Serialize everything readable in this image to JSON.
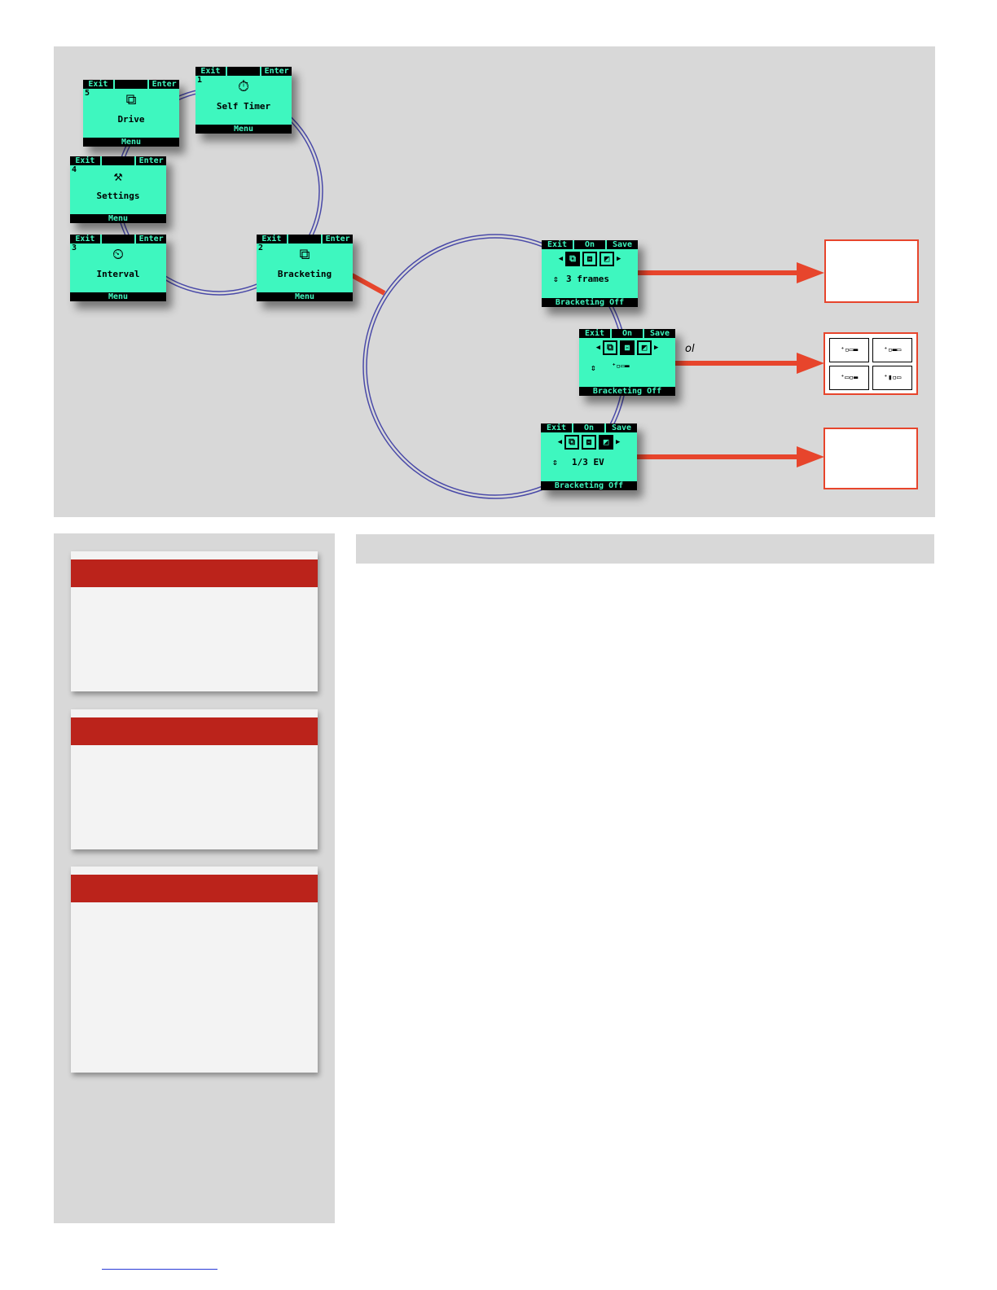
{
  "menu_screens": [
    {
      "number": "5",
      "icon": "⧉",
      "icon_name": "drive-icon",
      "label": "Drive",
      "footer": "Menu",
      "keys": [
        "Exit",
        "",
        "Enter"
      ]
    },
    {
      "number": "1",
      "icon": "⏱",
      "icon_name": "self-timer-icon",
      "label": "Self Timer",
      "footer": "Menu",
      "keys": [
        "Exit",
        "",
        "Enter"
      ]
    },
    {
      "number": "4",
      "icon": "⚒",
      "icon_name": "settings-icon",
      "label": "Settings",
      "footer": "Menu",
      "keys": [
        "Exit",
        "",
        "Enter"
      ]
    },
    {
      "number": "3",
      "icon": "⏲",
      "icon_name": "interval-icon",
      "label": "Interval",
      "footer": "Menu",
      "keys": [
        "Exit",
        "",
        "Enter"
      ]
    },
    {
      "number": "2",
      "icon": "⧉",
      "icon_name": "bracketing-icon",
      "label": "Bracketing",
      "footer": "Menu",
      "keys": [
        "Exit",
        "",
        "Enter"
      ]
    }
  ],
  "bracketing_screens": [
    {
      "keys": [
        "Exit",
        "On",
        "Save"
      ],
      "value": "3 frames",
      "footer": "Bracketing Off",
      "selected_mode": 0
    },
    {
      "keys": [
        "Exit",
        "On",
        "Save"
      ],
      "value": "",
      "footer": "Bracketing Off",
      "selected_mode": 1
    },
    {
      "keys": [
        "Exit",
        "On",
        "Save"
      ],
      "value": "1/3 EV",
      "footer": "Bracketing Off",
      "selected_mode": 2
    }
  ],
  "mode_glyphs": [
    "⧉",
    "⧈",
    "◩"
  ],
  "stray_text": "ol",
  "colors": {
    "panel_bg": "#d8d8d8",
    "lcd_bg": "#3ef7bf",
    "arrow": "#e7452c",
    "ring": "#4a4aa8",
    "card_header": "#bb231b",
    "link_underline": "#2a3bd6"
  }
}
